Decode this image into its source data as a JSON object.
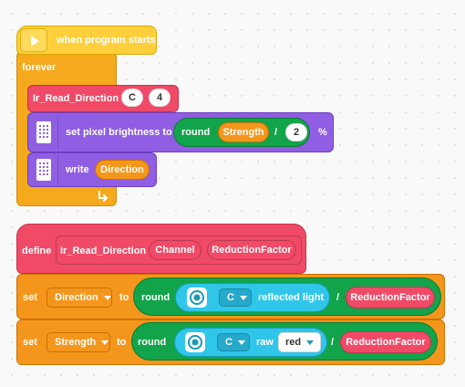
{
  "blocks": {
    "event": {
      "label": "when program starts"
    },
    "forever": {
      "label": "forever"
    },
    "call": {
      "name": "Ir_Read_Direction",
      "arg1": "C",
      "arg2": "4"
    },
    "brightness": {
      "label": "set pixel brightness to",
      "round": "round",
      "variable": "Strength",
      "operator": "/",
      "divisor": "2",
      "unit": "%"
    },
    "write": {
      "label": "write",
      "variable": "Direction"
    },
    "define": {
      "label": "define",
      "name": "Ir_Read_Direction",
      "param1": "Channel",
      "param2": "ReductionFactor"
    },
    "set1": {
      "set": "set",
      "variable": "Direction",
      "to": "to",
      "round": "round",
      "port": "C",
      "mode": "reflected light",
      "operator": "/",
      "factor": "ReductionFactor"
    },
    "set2": {
      "set": "set",
      "variable": "Strength",
      "to": "to",
      "round": "round",
      "port": "C",
      "mode": "raw",
      "color": "red",
      "operator": "/",
      "factor": "ReductionFactor"
    }
  },
  "colors": {
    "events": "#ffd03c",
    "control": "#f5a91c",
    "myblocks": "#f04a67",
    "light": "#8f5ee3",
    "variables": "#f5961c",
    "operators": "#12a44a",
    "sensors": "#2fc6ea"
  }
}
